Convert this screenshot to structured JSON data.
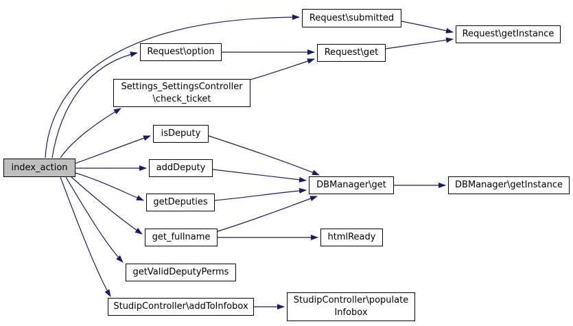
{
  "diagram": {
    "kind": "call-graph",
    "colors": {
      "edge": "#191970",
      "node_border": "#000000",
      "node_fill": "#ffffff",
      "highlight_fill": "#bfbfbf",
      "background": "#ffffff"
    },
    "nodes": [
      {
        "id": "index_action",
        "label": "index_action",
        "highlighted": true
      },
      {
        "id": "request_submitted",
        "label": "Request\\submitted",
        "highlighted": false
      },
      {
        "id": "request_getinstance",
        "label": "Request\\getInstance",
        "highlighted": false
      },
      {
        "id": "request_option",
        "label": "Request\\option",
        "highlighted": false
      },
      {
        "id": "request_get",
        "label": "Request\\get",
        "highlighted": false
      },
      {
        "id": "settings_check_ticket",
        "label": "Settings_SettingsController\n\\check_ticket",
        "highlighted": false
      },
      {
        "id": "isdeputy",
        "label": "isDeputy",
        "highlighted": false
      },
      {
        "id": "adddeputy",
        "label": "addDeputy",
        "highlighted": false
      },
      {
        "id": "getdeputies",
        "label": "getDeputies",
        "highlighted": false
      },
      {
        "id": "get_fullname",
        "label": "get_fullname",
        "highlighted": false
      },
      {
        "id": "dbmanager_get",
        "label": "DBManager\\get",
        "highlighted": false
      },
      {
        "id": "dbmanager_getinstance",
        "label": "DBManager\\getInstance",
        "highlighted": false
      },
      {
        "id": "htmlready",
        "label": "htmlReady",
        "highlighted": false
      },
      {
        "id": "getvaliddeputyperms",
        "label": "getValidDeputyPerms",
        "highlighted": false
      },
      {
        "id": "studip_addtoinfobox",
        "label": "StudipController\\addToInfobox",
        "highlighted": false
      },
      {
        "id": "studip_populateinfobox",
        "label": "StudipController\\populate\nInfobox",
        "highlighted": false
      }
    ],
    "edges": [
      {
        "from": "index_action",
        "to": "request_submitted"
      },
      {
        "from": "index_action",
        "to": "request_option"
      },
      {
        "from": "index_action",
        "to": "settings_check_ticket"
      },
      {
        "from": "index_action",
        "to": "isdeputy"
      },
      {
        "from": "index_action",
        "to": "adddeputy"
      },
      {
        "from": "index_action",
        "to": "getdeputies"
      },
      {
        "from": "index_action",
        "to": "get_fullname"
      },
      {
        "from": "index_action",
        "to": "getvaliddeputyperms"
      },
      {
        "from": "index_action",
        "to": "studip_addtoinfobox"
      },
      {
        "from": "request_submitted",
        "to": "request_getinstance"
      },
      {
        "from": "request_option",
        "to": "request_get"
      },
      {
        "from": "settings_check_ticket",
        "to": "request_get"
      },
      {
        "from": "request_get",
        "to": "request_getinstance"
      },
      {
        "from": "isdeputy",
        "to": "dbmanager_get"
      },
      {
        "from": "adddeputy",
        "to": "dbmanager_get"
      },
      {
        "from": "getdeputies",
        "to": "dbmanager_get"
      },
      {
        "from": "get_fullname",
        "to": "dbmanager_get"
      },
      {
        "from": "get_fullname",
        "to": "htmlready"
      },
      {
        "from": "dbmanager_get",
        "to": "dbmanager_getinstance"
      },
      {
        "from": "studip_addtoinfobox",
        "to": "studip_populateinfobox"
      }
    ]
  }
}
